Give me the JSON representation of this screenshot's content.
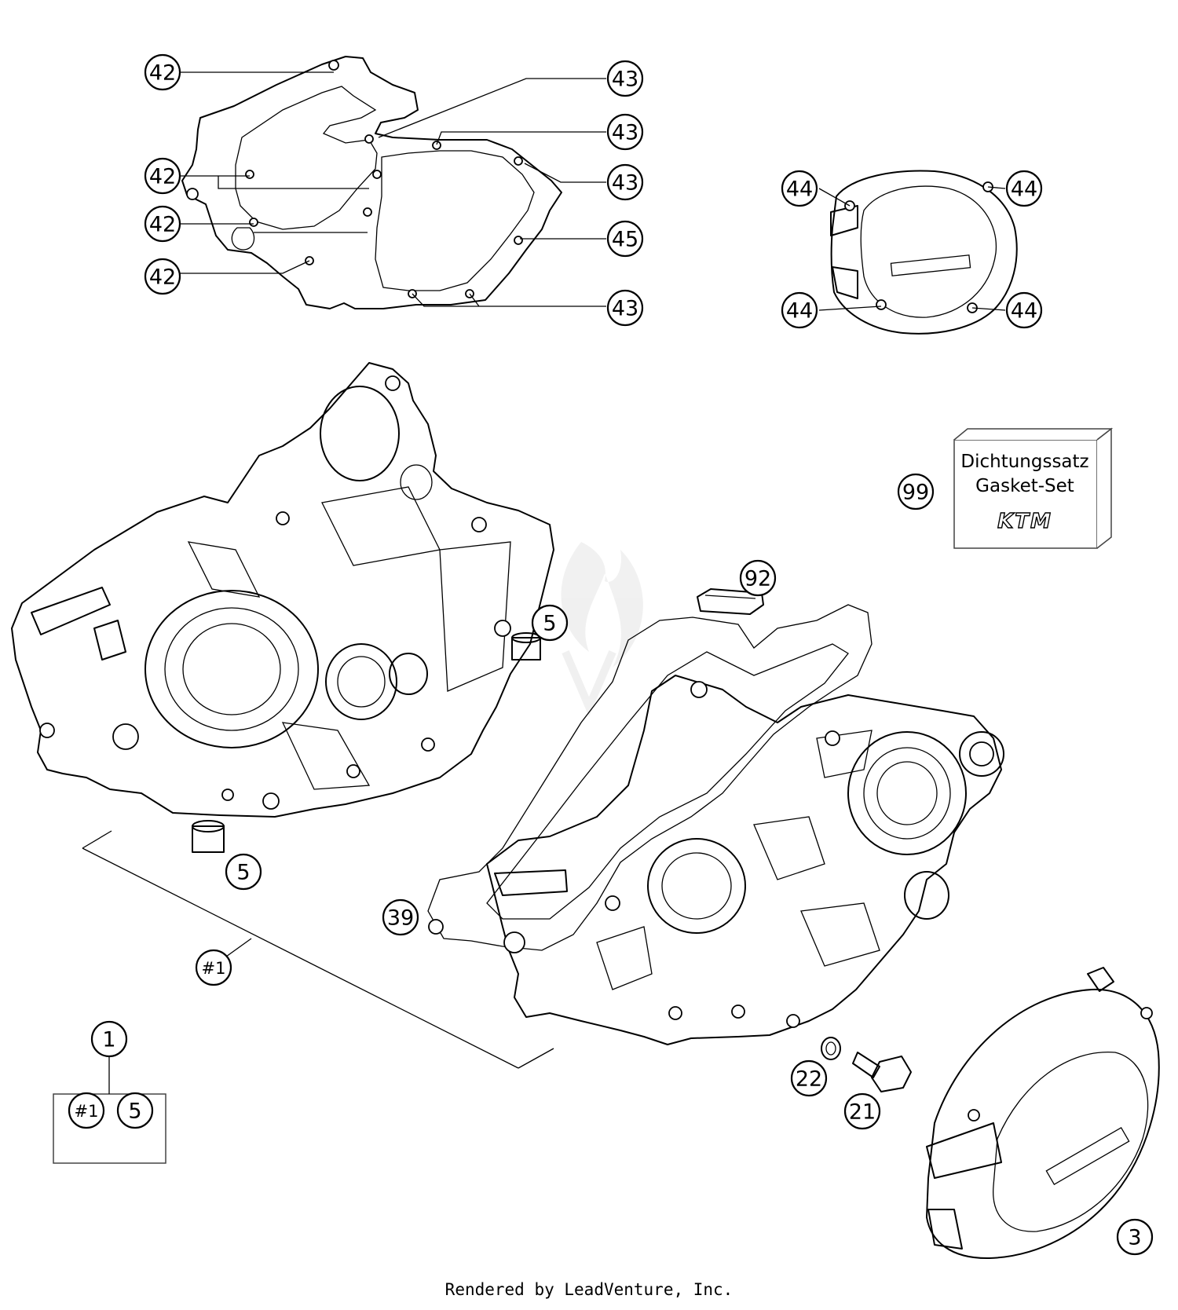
{
  "callouts": {
    "c42a": "42",
    "c42b": "42",
    "c42c": "42",
    "c42d": "42",
    "c43a": "43",
    "c43b": "43",
    "c43c": "43",
    "c43d": "43",
    "c45": "45",
    "c44a": "44",
    "c44b": "44",
    "c44c": "44",
    "c44d": "44",
    "c99": "99",
    "c92": "92",
    "c5a": "5",
    "c5b": "5",
    "c5kit": "5",
    "c39": "39",
    "c1": "1",
    "c1hashA": "#1",
    "c1hashB": "#1",
    "c22": "22",
    "c21": "21",
    "c3": "3"
  },
  "gasket_set": {
    "line1": "Dichtungssatz",
    "line2": "Gasket-Set",
    "brand": "KTM"
  },
  "footer": "Rendered by LeadVenture, Inc.",
  "colors": {
    "ink": "#000000",
    "background": "#ffffff",
    "box_edge": "#444444",
    "watermark": "#dddddd"
  },
  "icons": {
    "watermark": "flame-logo-icon"
  }
}
